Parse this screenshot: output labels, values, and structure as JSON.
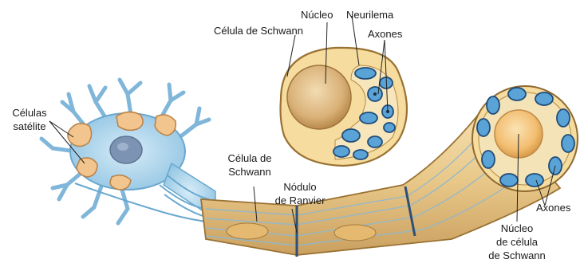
{
  "labels": {
    "celulas_satelite_line1": "Células",
    "celulas_satelite_line2": "satélite",
    "nucleo": "Núcleo",
    "neurilema": "Neurilema",
    "celula_schwann_top": "Célula de Schwann",
    "axones_top": "Axones",
    "celula_de_line1": "Célula de",
    "celula_de_line2": "Schwann",
    "nodulo_line1": "Nódulo",
    "nodulo_line2": "de Ranvier",
    "axones_right": "Axones",
    "nucleo_celula_line1": "Núcleo",
    "nucleo_celula_line2": "de célula",
    "nucleo_celula_line3": "de Schwann"
  },
  "colors": {
    "sheath": "#f3d8a0",
    "sheath_edge": "#b98a3c",
    "nucleus": "#d9b178",
    "axon": "#5aa3d6",
    "neuron": "#a9d3ea",
    "satellite": "#f2c48e"
  }
}
